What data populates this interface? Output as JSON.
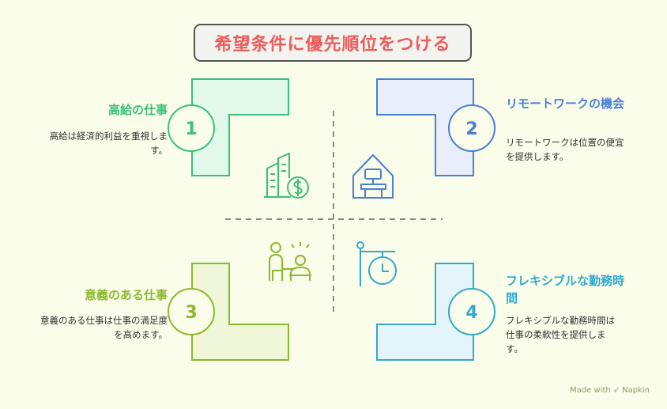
{
  "title": "希望条件に優先順位をつける",
  "items": [
    {
      "num": "1",
      "label": "高給の仕事",
      "desc": "高給は経済的利益を重視します。",
      "color": "#3cbf7a",
      "fill": "#e2f8ea"
    },
    {
      "num": "2",
      "label": "リモートワークの機会",
      "desc": "リモートワークは位置の便宜を提供します。",
      "color": "#4a7fd4",
      "fill": "#e8eefc"
    },
    {
      "num": "3",
      "label": "意義のある仕事",
      "desc": "意義のある仕事は仕事の満足度を高めます。",
      "color": "#8cb82e",
      "fill": "#f0f7d8"
    },
    {
      "num": "4",
      "label": "フレキシブルな勤務時間",
      "desc": "フレキシブルな勤務時間は仕事の柔軟性を提供します。",
      "color": "#34a8d0",
      "fill": "#e3f4fa"
    }
  ],
  "icons": [
    "building-dollar-icon",
    "remote-work-house-icon",
    "meaningful-work-people-icon",
    "flexible-hours-clock-icon"
  ],
  "footer": {
    "made_with": "Made with",
    "brand": "Napkin"
  }
}
